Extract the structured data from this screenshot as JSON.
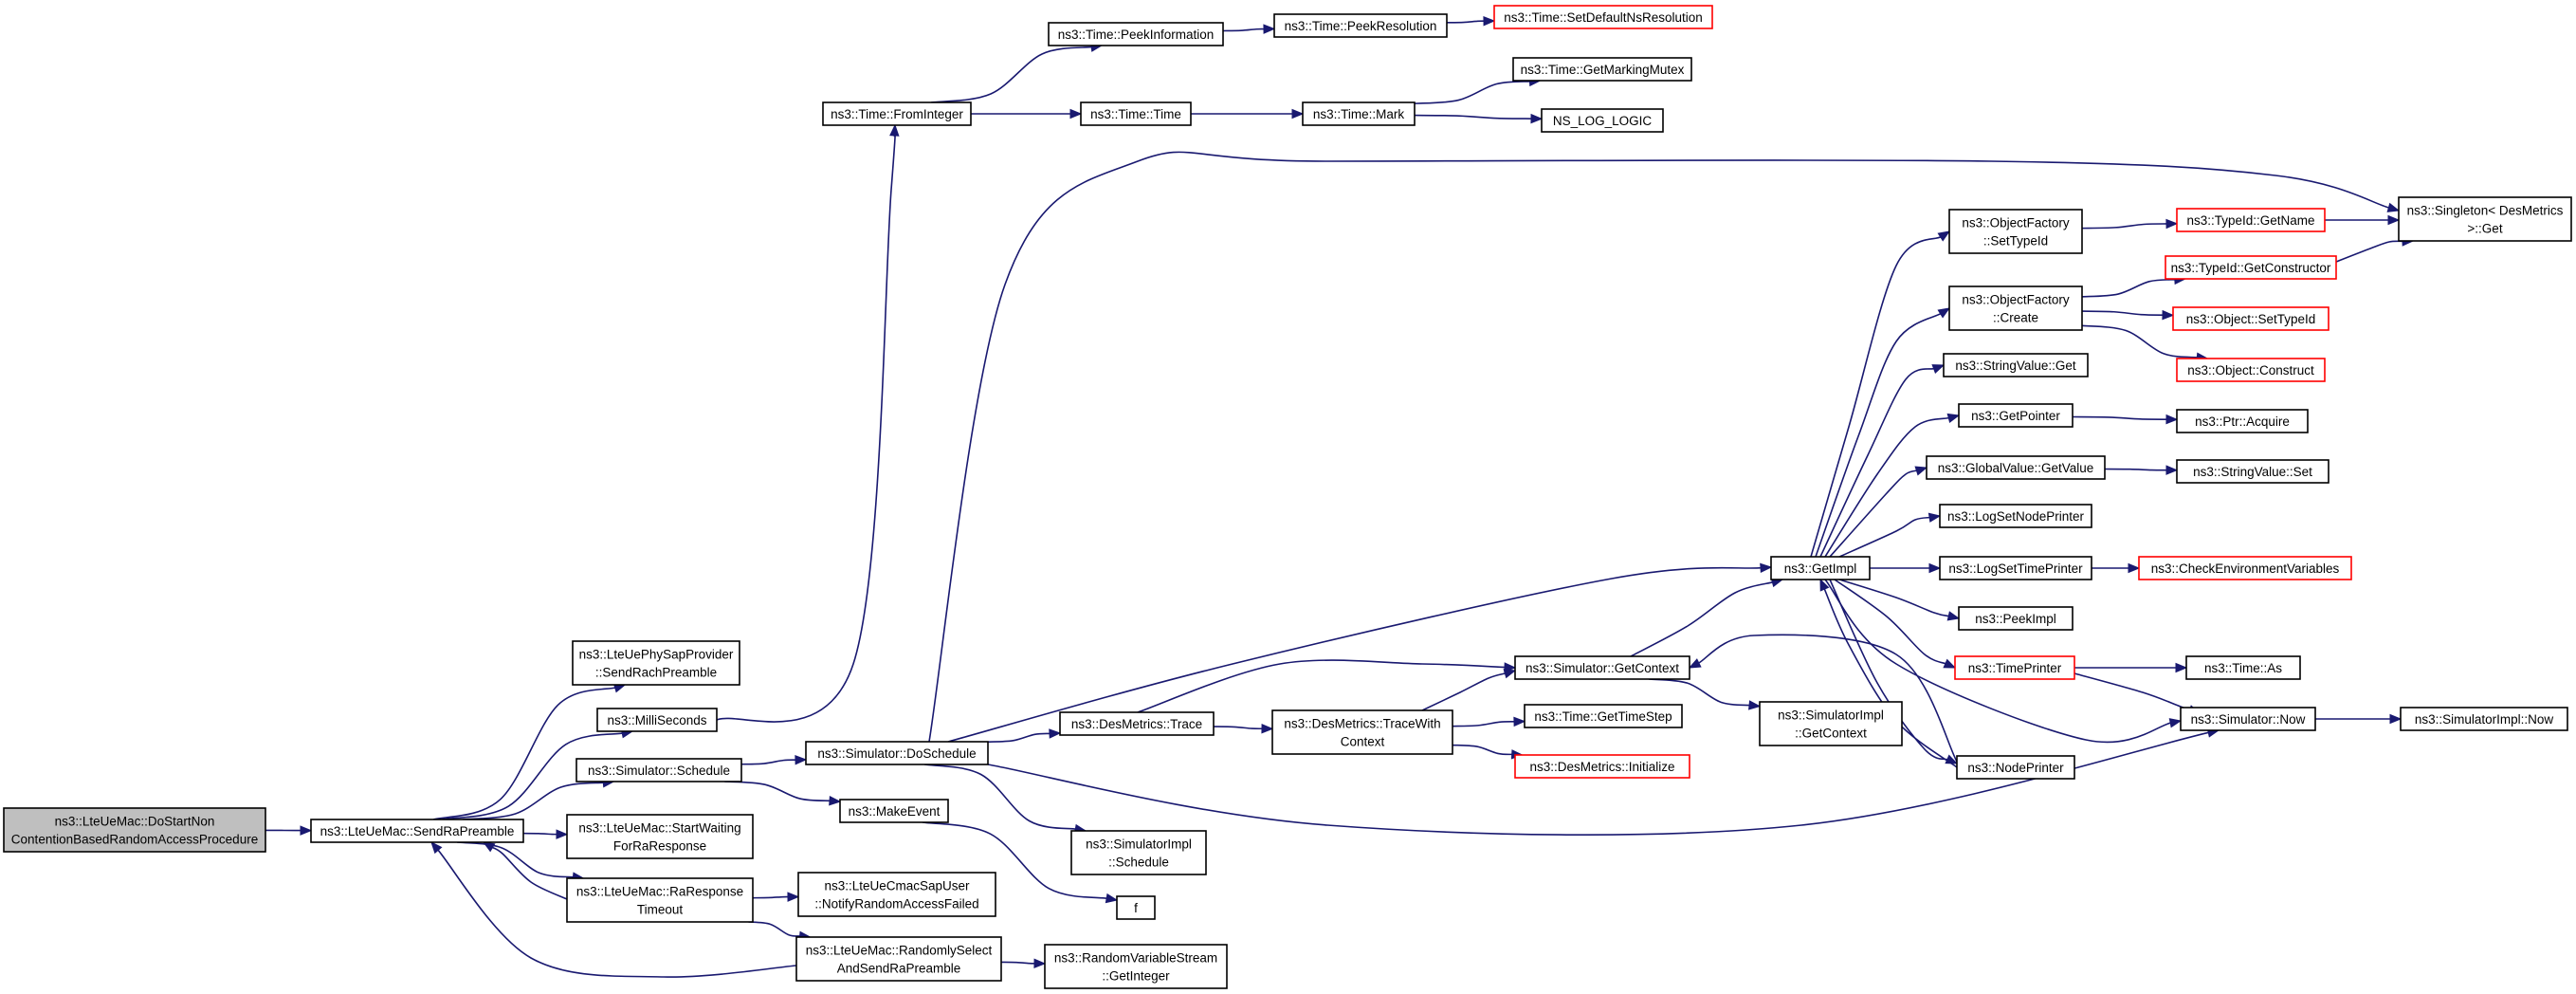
{
  "nodes": [
    {
      "id": "root",
      "lines": [
        "ns3::LteUeMac::DoStartNon",
        "ContentionBasedRandomAccessProcedure"
      ],
      "style": "root"
    },
    {
      "id": "sendRaPreamble",
      "lines": [
        "ns3::LteUeMac::SendRaPreamble"
      ],
      "style": "normal"
    },
    {
      "id": "sendRachPreamble",
      "lines": [
        "ns3::LteUePhySapProvider",
        "::SendRachPreamble"
      ],
      "style": "normal"
    },
    {
      "id": "milliSeconds",
      "lines": [
        "ns3::MilliSeconds"
      ],
      "style": "normal"
    },
    {
      "id": "simSchedule",
      "lines": [
        "ns3::Simulator::Schedule"
      ],
      "style": "normal"
    },
    {
      "id": "startWaiting",
      "lines": [
        "ns3::LteUeMac::StartWaiting",
        "ForRaResponse"
      ],
      "style": "normal"
    },
    {
      "id": "raResponseTimeout",
      "lines": [
        "ns3::LteUeMac::RaResponse",
        "Timeout"
      ],
      "style": "normal"
    },
    {
      "id": "randomlySelect",
      "lines": [
        "ns3::LteUeMac::RandomlySelect",
        "AndSendRaPreamble"
      ],
      "style": "normal"
    },
    {
      "id": "notifyFailed",
      "lines": [
        "ns3::LteUeCmacSapUser",
        "::NotifyRandomAccessFailed"
      ],
      "style": "normal"
    },
    {
      "id": "getInteger",
      "lines": [
        "ns3::RandomVariableStream",
        "::GetInteger"
      ],
      "style": "normal"
    },
    {
      "id": "timeFromInteger",
      "lines": [
        "ns3::Time::FromInteger"
      ],
      "style": "normal"
    },
    {
      "id": "doSchedule",
      "lines": [
        "ns3::Simulator::DoSchedule"
      ],
      "style": "normal"
    },
    {
      "id": "makeEvent",
      "lines": [
        "ns3::MakeEvent"
      ],
      "style": "normal"
    },
    {
      "id": "f",
      "lines": [
        "f"
      ],
      "style": "normal"
    },
    {
      "id": "peekInformation",
      "lines": [
        "ns3::Time::PeekInformation"
      ],
      "style": "normal"
    },
    {
      "id": "peekResolution",
      "lines": [
        "ns3::Time::PeekResolution"
      ],
      "style": "normal"
    },
    {
      "id": "setDefaultNsResolution",
      "lines": [
        "ns3::Time::SetDefaultNsResolution"
      ],
      "style": "red"
    },
    {
      "id": "timeTime",
      "lines": [
        "ns3::Time::Time"
      ],
      "style": "normal"
    },
    {
      "id": "timeMark",
      "lines": [
        "ns3::Time::Mark"
      ],
      "style": "normal"
    },
    {
      "id": "getMarkingMutex",
      "lines": [
        "ns3::Time::GetMarkingMutex"
      ],
      "style": "normal"
    },
    {
      "id": "nsLogLogic",
      "lines": [
        "NS_LOG_LOGIC"
      ],
      "style": "normal"
    },
    {
      "id": "desMetricsTrace",
      "lines": [
        "ns3::DesMetrics::Trace"
      ],
      "style": "normal"
    },
    {
      "id": "simulatorImplSchedule",
      "lines": [
        "ns3::SimulatorImpl",
        "::Schedule"
      ],
      "style": "normal"
    },
    {
      "id": "traceWithContext",
      "lines": [
        "ns3::DesMetrics::TraceWith",
        "Context"
      ],
      "style": "normal"
    },
    {
      "id": "simGetContext",
      "lines": [
        "ns3::Simulator::GetContext"
      ],
      "style": "normal"
    },
    {
      "id": "getTimeStep",
      "lines": [
        "ns3::Time::GetTimeStep"
      ],
      "style": "normal"
    },
    {
      "id": "desMetricsInitialize",
      "lines": [
        "ns3::DesMetrics::Initialize"
      ],
      "style": "red"
    },
    {
      "id": "simImplGetContext",
      "lines": [
        "ns3::SimulatorImpl",
        "::GetContext"
      ],
      "style": "normal"
    },
    {
      "id": "getImpl",
      "lines": [
        "ns3::GetImpl"
      ],
      "style": "normal"
    },
    {
      "id": "ofSetTypeId",
      "lines": [
        "ns3::ObjectFactory",
        "::SetTypeId"
      ],
      "style": "normal"
    },
    {
      "id": "ofCreate",
      "lines": [
        "ns3::ObjectFactory",
        "::Create"
      ],
      "style": "normal"
    },
    {
      "id": "stringValueGet",
      "lines": [
        "ns3::StringValue::Get"
      ],
      "style": "normal"
    },
    {
      "id": "getPointer",
      "lines": [
        "ns3::GetPointer"
      ],
      "style": "normal"
    },
    {
      "id": "globalValueGetValue",
      "lines": [
        "ns3::GlobalValue::GetValue"
      ],
      "style": "normal"
    },
    {
      "id": "logSetNodePrinter",
      "lines": [
        "ns3::LogSetNodePrinter"
      ],
      "style": "normal"
    },
    {
      "id": "logSetTimePrinter",
      "lines": [
        "ns3::LogSetTimePrinter"
      ],
      "style": "normal"
    },
    {
      "id": "peekImpl",
      "lines": [
        "ns3::PeekImpl"
      ],
      "style": "normal"
    },
    {
      "id": "timePrinter",
      "lines": [
        "ns3::TimePrinter"
      ],
      "style": "red"
    },
    {
      "id": "nodePrinter",
      "lines": [
        "ns3::NodePrinter"
      ],
      "style": "normal"
    },
    {
      "id": "typeIdGetName",
      "lines": [
        "ns3::TypeId::GetName"
      ],
      "style": "red"
    },
    {
      "id": "typeIdGetConstructor",
      "lines": [
        "ns3::TypeId::GetConstructor"
      ],
      "style": "red"
    },
    {
      "id": "objectSetTypeId",
      "lines": [
        "ns3::Object::SetTypeId"
      ],
      "style": "red"
    },
    {
      "id": "objectConstruct",
      "lines": [
        "ns3::Object::Construct"
      ],
      "style": "red"
    },
    {
      "id": "ptrAcquire",
      "lines": [
        "ns3::Ptr::Acquire"
      ],
      "style": "normal"
    },
    {
      "id": "stringValueSet",
      "lines": [
        "ns3::StringValue::Set"
      ],
      "style": "normal"
    },
    {
      "id": "checkEnvVars",
      "lines": [
        "ns3::CheckEnvironmentVariables"
      ],
      "style": "red"
    },
    {
      "id": "timeAs",
      "lines": [
        "ns3::Time::As"
      ],
      "style": "normal"
    },
    {
      "id": "simNow",
      "lines": [
        "ns3::Simulator::Now"
      ],
      "style": "normal"
    },
    {
      "id": "simImplNow",
      "lines": [
        "ns3::SimulatorImpl::Now"
      ],
      "style": "normal"
    },
    {
      "id": "singletonGet",
      "lines": [
        "ns3::Singleton< DesMetrics",
        " >::Get"
      ],
      "style": "normal"
    }
  ],
  "edges": [
    [
      "root",
      "sendRaPreamble"
    ],
    [
      "sendRaPreamble",
      "sendRachPreamble"
    ],
    [
      "sendRaPreamble",
      "milliSeconds"
    ],
    [
      "sendRaPreamble",
      "simSchedule"
    ],
    [
      "sendRaPreamble",
      "startWaiting"
    ],
    [
      "sendRaPreamble",
      "raResponseTimeout"
    ],
    [
      "raResponseTimeout",
      "sendRaPreamble"
    ],
    [
      "randomlySelect",
      "sendRaPreamble"
    ],
    [
      "raResponseTimeout",
      "notifyFailed"
    ],
    [
      "raResponseTimeout",
      "randomlySelect"
    ],
    [
      "randomlySelect",
      "getInteger"
    ],
    [
      "milliSeconds",
      "timeFromInteger"
    ],
    [
      "simSchedule",
      "doSchedule"
    ],
    [
      "simSchedule",
      "makeEvent"
    ],
    [
      "makeEvent",
      "f"
    ],
    [
      "timeFromInteger",
      "peekInformation"
    ],
    [
      "timeFromInteger",
      "timeTime"
    ],
    [
      "peekInformation",
      "peekResolution"
    ],
    [
      "peekResolution",
      "setDefaultNsResolution"
    ],
    [
      "timeTime",
      "timeMark"
    ],
    [
      "timeMark",
      "getMarkingMutex"
    ],
    [
      "timeMark",
      "nsLogLogic"
    ],
    [
      "doSchedule",
      "singletonGet"
    ],
    [
      "doSchedule",
      "getImpl"
    ],
    [
      "doSchedule",
      "desMetricsTrace"
    ],
    [
      "doSchedule",
      "simulatorImplSchedule"
    ],
    [
      "doSchedule",
      "simNow"
    ],
    [
      "desMetricsTrace",
      "simGetContext"
    ],
    [
      "desMetricsTrace",
      "traceWithContext"
    ],
    [
      "traceWithContext",
      "simGetContext"
    ],
    [
      "traceWithContext",
      "getTimeStep"
    ],
    [
      "traceWithContext",
      "desMetricsInitialize"
    ],
    [
      "simGetContext",
      "getImpl"
    ],
    [
      "simGetContext",
      "simImplGetContext"
    ],
    [
      "getImpl",
      "ofSetTypeId"
    ],
    [
      "getImpl",
      "ofCreate"
    ],
    [
      "getImpl",
      "stringValueGet"
    ],
    [
      "getImpl",
      "getPointer"
    ],
    [
      "getImpl",
      "globalValueGetValue"
    ],
    [
      "getImpl",
      "logSetNodePrinter"
    ],
    [
      "getImpl",
      "logSetTimePrinter"
    ],
    [
      "getImpl",
      "peekImpl"
    ],
    [
      "getImpl",
      "timePrinter"
    ],
    [
      "getImpl",
      "nodePrinter"
    ],
    [
      "getImpl",
      "simNow"
    ],
    [
      "nodePrinter",
      "getImpl"
    ],
    [
      "nodePrinter",
      "simGetContext"
    ],
    [
      "ofSetTypeId",
      "typeIdGetName"
    ],
    [
      "typeIdGetName",
      "singletonGet"
    ],
    [
      "ofCreate",
      "typeIdGetConstructor"
    ],
    [
      "ofCreate",
      "objectSetTypeId"
    ],
    [
      "ofCreate",
      "objectConstruct"
    ],
    [
      "typeIdGetConstructor",
      "singletonGet"
    ],
    [
      "getPointer",
      "ptrAcquire"
    ],
    [
      "globalValueGetValue",
      "stringValueSet"
    ],
    [
      "logSetTimePrinter",
      "checkEnvVars"
    ],
    [
      "timePrinter",
      "timeAs"
    ],
    [
      "timePrinter",
      "simNow"
    ],
    [
      "simNow",
      "simImplNow"
    ]
  ]
}
